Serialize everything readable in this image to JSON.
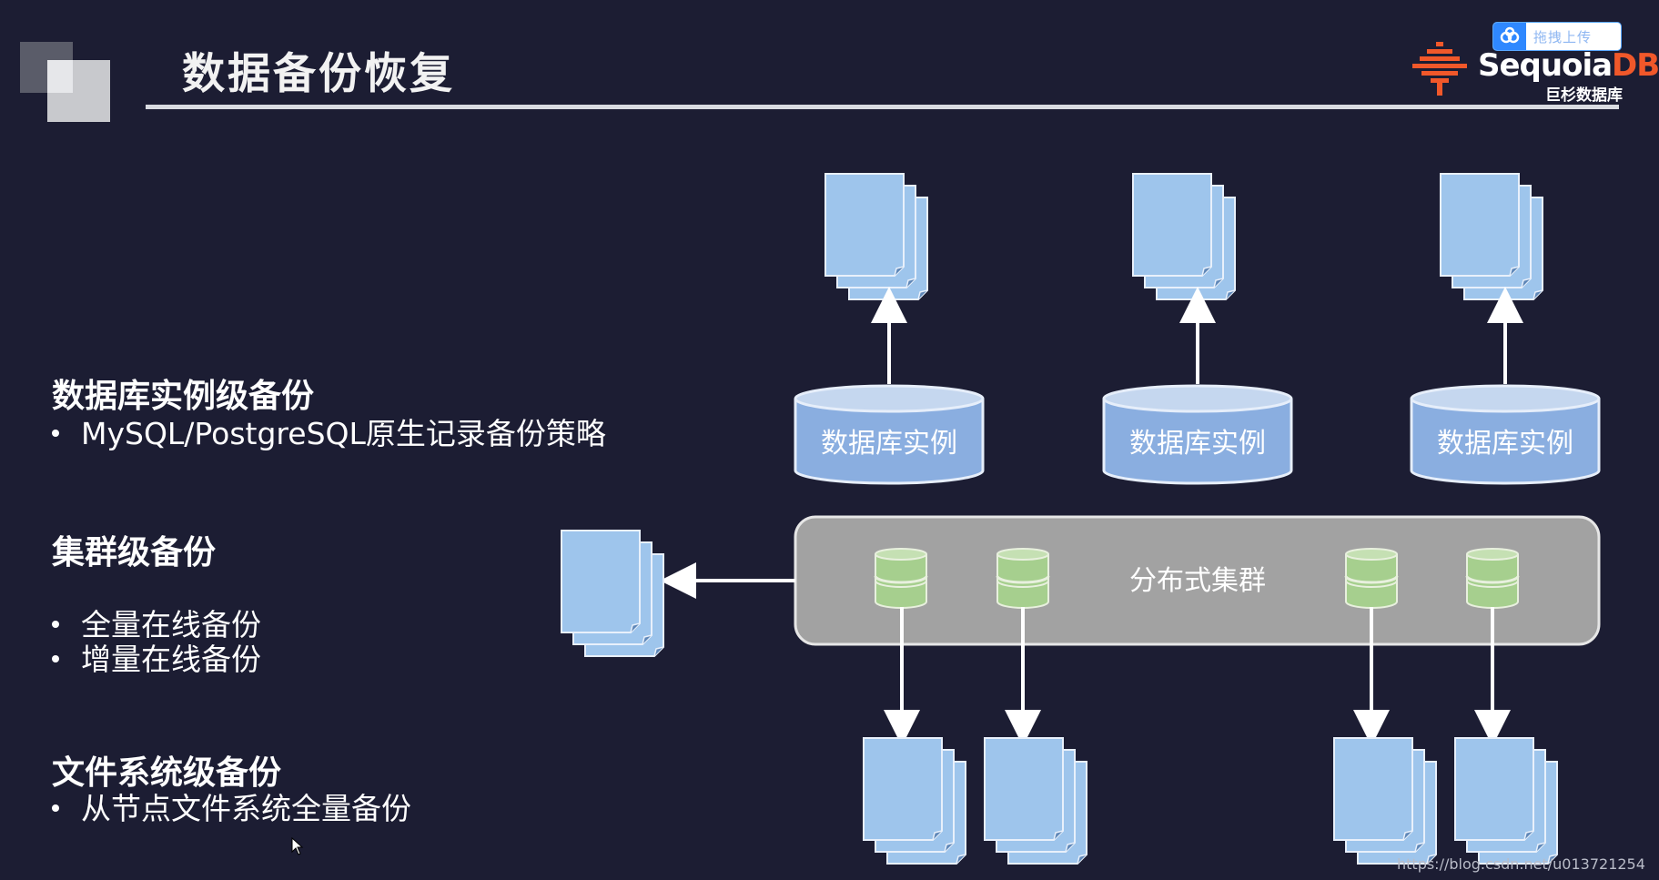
{
  "slide": {
    "title": "数据备份恢复",
    "brand": {
      "name_part1": "Sequoia",
      "name_part2": "DB",
      "subtitle": "巨杉数据库",
      "upload_badge": "拖拽上传",
      "brand_color": "#f1582a",
      "icon": "sequoia-tree-logo"
    },
    "sections": [
      {
        "heading": "数据库实例级备份",
        "bullets": [
          "MySQL/PostgreSQL原生记录备份策略"
        ]
      },
      {
        "heading": "集群级备份",
        "bullets": [
          "全量在线备份",
          "增量在线备份"
        ]
      },
      {
        "heading": "文件系统级备份",
        "bullets": [
          "从节点文件系统全量备份"
        ]
      }
    ],
    "diagram": {
      "db_instance_label": "数据库实例",
      "cluster_label": "分布式集群",
      "db_instance_count": 3,
      "cluster_node_count": 4
    },
    "watermark": "https://blog.csdn.net/u013721254"
  },
  "colors": {
    "background": "#1c1d33",
    "doc_fill": "#9ec5ec",
    "cylinder_fill": "#8aaee0",
    "cylinder_top": "#c5d7ef",
    "cluster_fill": "#a2a2a2",
    "node_fill": "#a6cf8e"
  }
}
